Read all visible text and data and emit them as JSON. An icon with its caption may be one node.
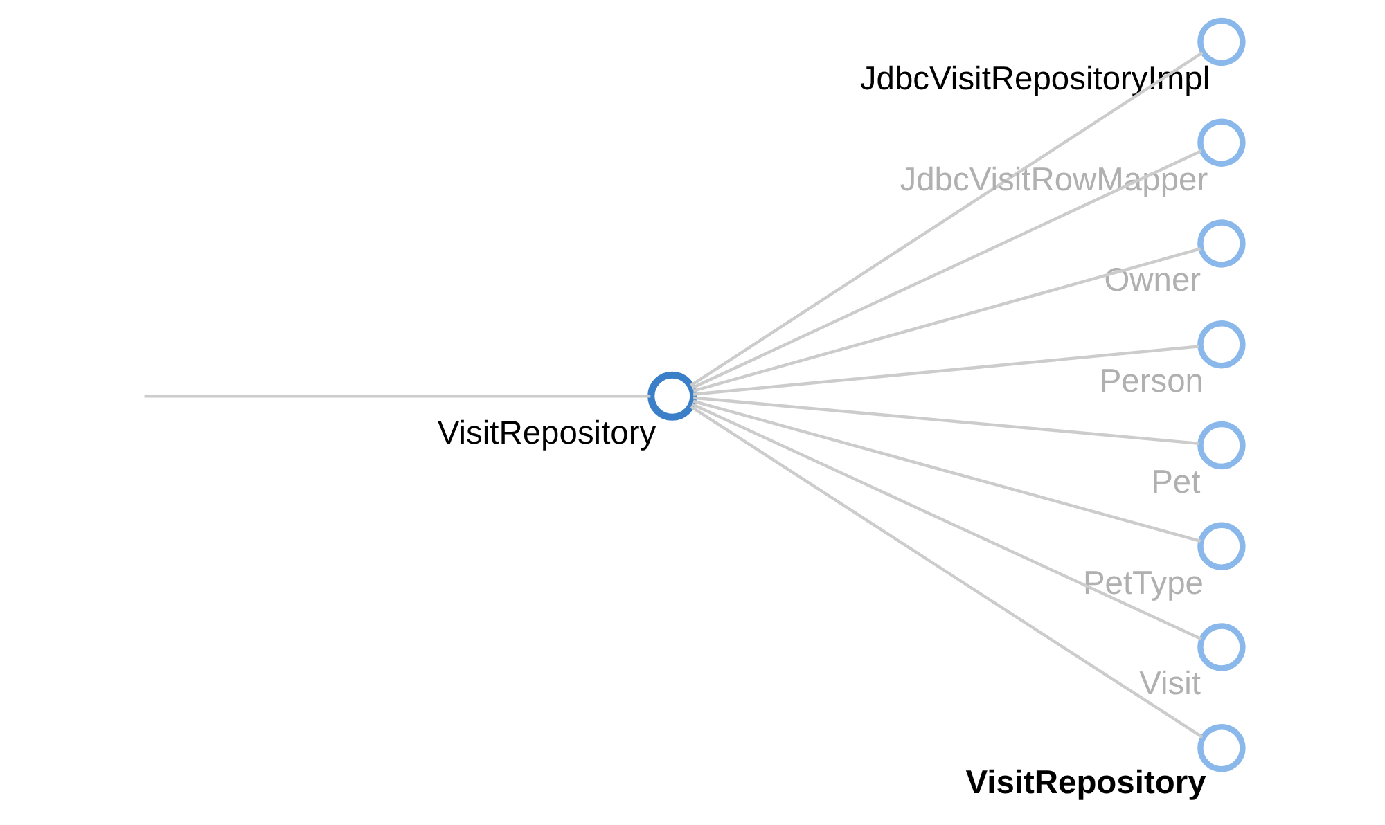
{
  "diagram": {
    "nodes": [
      {
        "text": [],
        "shape": "circle",
        "beside": [
          "VisitRepository"
        ]
      },
      {
        "text": [],
        "shape": "circle",
        "beside": [
          "JdbcVisitRepositoryImpl"
        ]
      },
      {
        "text": [],
        "shape": "circle",
        "beside": [
          "JdbcVisitRowMapper"
        ]
      },
      {
        "text": [],
        "shape": "circle",
        "beside": [
          "Owner"
        ]
      },
      {
        "text": [],
        "shape": "circle",
        "beside": [
          "Person"
        ]
      },
      {
        "text": [],
        "shape": "circle",
        "beside": [
          "Pet"
        ]
      },
      {
        "text": [],
        "shape": "circle",
        "beside": [
          "PetType"
        ]
      },
      {
        "text": [],
        "shape": "circle",
        "beside": [
          "Visit"
        ]
      },
      {
        "text": [],
        "shape": "circle",
        "beside": [
          "VisitRepository"
        ]
      }
    ],
    "edges": [
      {
        "from": null,
        "to": 0,
        "arrow": "none"
      },
      {
        "from": 0,
        "to": 1,
        "arrow": "none"
      },
      {
        "from": 0,
        "to": 2,
        "arrow": "none"
      },
      {
        "from": 0,
        "to": 3,
        "arrow": "none"
      },
      {
        "from": 0,
        "to": 4,
        "arrow": "none"
      },
      {
        "from": 0,
        "to": 5,
        "arrow": "none"
      },
      {
        "from": 0,
        "to": 6,
        "arrow": "none"
      },
      {
        "from": 0,
        "to": 7,
        "arrow": "none"
      },
      {
        "from": 0,
        "to": 8,
        "arrow": "none"
      }
    ]
  }
}
